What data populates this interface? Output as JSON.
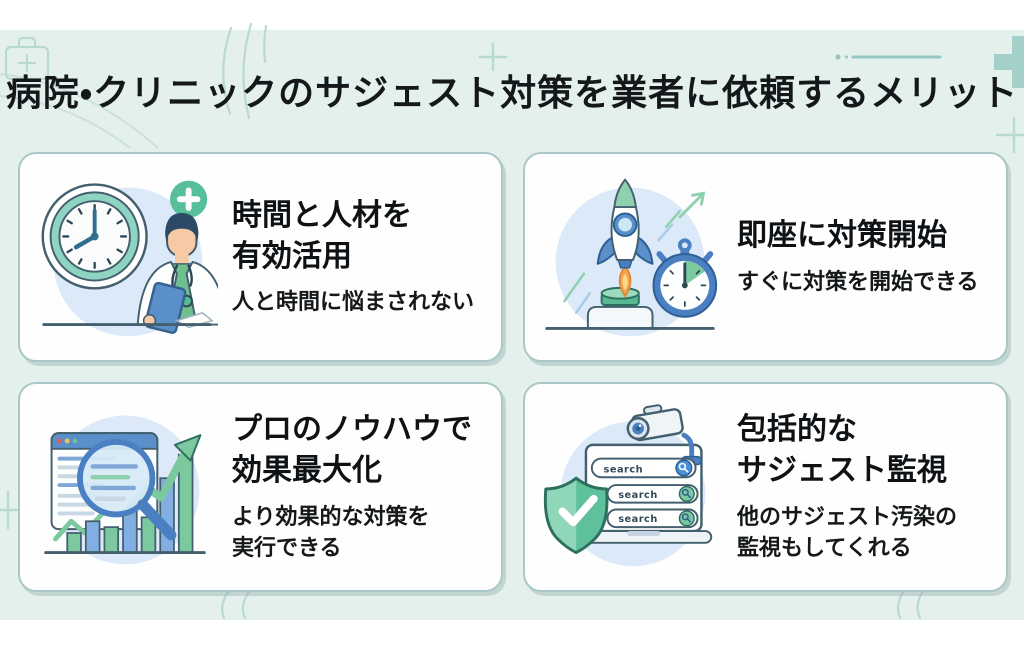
{
  "page": {
    "title": "病院・クリニックのサジェスト対策を業者に依頼するメリット"
  },
  "cards": [
    {
      "id": "time-talent",
      "icon": "clock-doctor-illustration",
      "title_lines": [
        "時間と人材を",
        "有効活用"
      ],
      "subtitle_lines": [
        "人と時間に悩まされない"
      ]
    },
    {
      "id": "immediate-start",
      "icon": "rocket-stopwatch-illustration",
      "title_lines": [
        "即座に対策開始"
      ],
      "subtitle_lines": [
        "すぐに対策を開始できる"
      ]
    },
    {
      "id": "pro-knowhow",
      "icon": "chart-magnifier-illustration",
      "title_lines": [
        "プロのノウハウで",
        "効果最大化"
      ],
      "subtitle_lines": [
        "より効果的な対策を",
        "実行できる"
      ]
    },
    {
      "id": "comprehensive-monitoring",
      "icon": "camera-shield-monitor-illustration",
      "title_lines": [
        "包括的な",
        "サジェスト監視"
      ],
      "subtitle_lines": [
        "他のサジェスト汚染の",
        "監視もしてくれる"
      ],
      "search_label": "search"
    }
  ],
  "colors": {
    "background_mint": "#e4f0ec",
    "card_border": "#a9c7c6",
    "accent_teal": "#57c09a",
    "accent_blue": "#4a7fc1",
    "illustration_bg": "#dbe9f8",
    "text": "#15181a"
  }
}
